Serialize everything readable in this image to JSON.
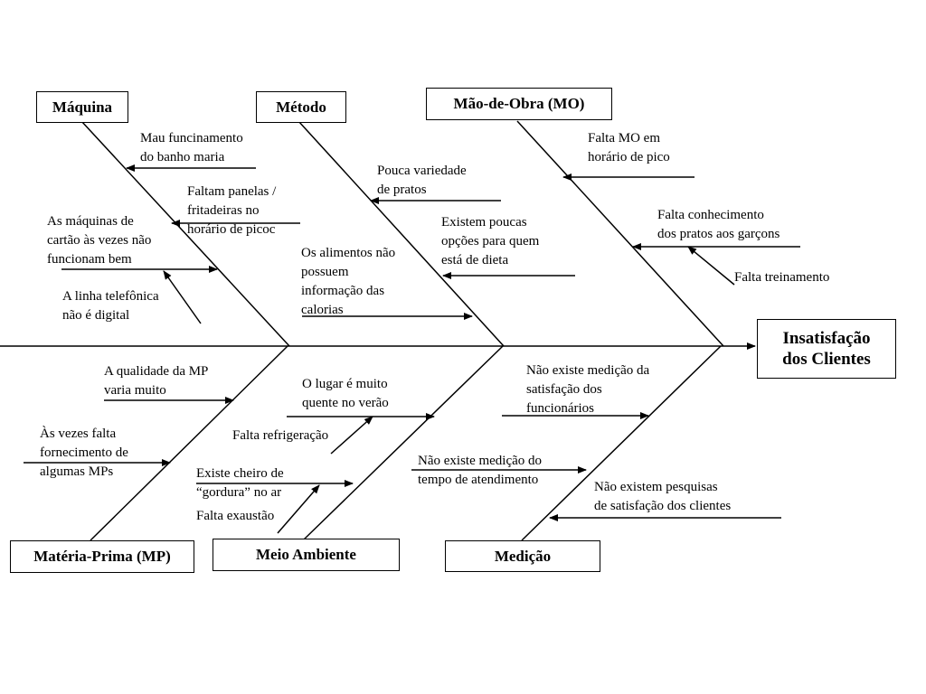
{
  "categories": {
    "maquina": "Máquina",
    "metodo": "Método",
    "mao_de_obra": "Mão-de-Obra (MO)",
    "materia_prima": "Matéria-Prima (MP)",
    "meio_ambiente": "Meio Ambiente",
    "medicao": "Medição"
  },
  "effect": {
    "line1": "Insatisfação",
    "line2": "dos Clientes"
  },
  "causes": {
    "maquina": [
      [
        "Mau funcinamento",
        "do banho maria"
      ],
      [
        "Faltam panelas /",
        "fritadeiras no",
        "horário de picoc"
      ],
      [
        "As máquinas de",
        "cartão às vezes não",
        "funcionam bem"
      ],
      [
        "A linha telefônica",
        "não é digital"
      ]
    ],
    "metodo": [
      [
        "Pouca variedade",
        "de pratos"
      ],
      [
        "Existem  poucas",
        "opções para quem",
        "está de dieta"
      ],
      [
        "Os alimentos não",
        "possuem",
        "informação das",
        "calorias"
      ]
    ],
    "mao_de_obra": [
      [
        "Falta MO em",
        "horário de pico"
      ],
      [
        "Falta conhecimento",
        "dos pratos aos garçons"
      ],
      [
        "Falta treinamento"
      ]
    ],
    "materia_prima": [
      [
        "A qualidade da MP",
        "varia muito"
      ],
      [
        "Às vezes falta",
        "fornecimento de",
        "algumas MPs"
      ]
    ],
    "meio_ambiente": [
      [
        "O lugar é muito",
        "quente no verão"
      ],
      [
        "Falta refrigeração"
      ],
      [
        "Existe cheiro de",
        "“gordura” no ar"
      ],
      [
        "Falta exaustão"
      ]
    ],
    "medicao": [
      [
        "Não existe medição da",
        "satisfação dos",
        "funcionários"
      ],
      [
        "Não existe medição do",
        "tempo de atendimento"
      ],
      [
        "Não existem pesquisas",
        "de satisfação dos clientes"
      ]
    ]
  }
}
